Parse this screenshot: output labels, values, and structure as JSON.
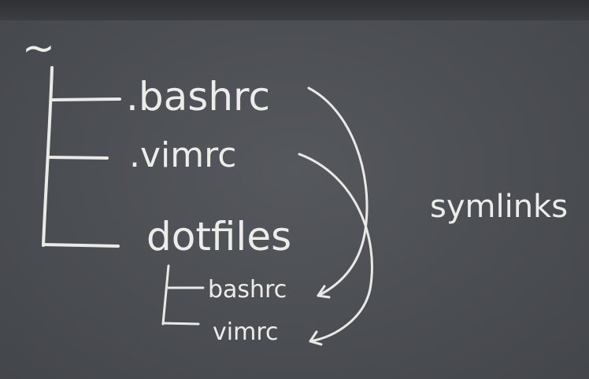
{
  "root_label": "~",
  "tree": {
    "home_entries": [
      ".bashrc",
      ".vimrc",
      "dotfiles"
    ],
    "dotfiles_entries": [
      "bashrc",
      "vimrc"
    ]
  },
  "side_label": "symlinks",
  "colors": {
    "board": "#4a4d52",
    "chalk": "#e9e9e6"
  }
}
